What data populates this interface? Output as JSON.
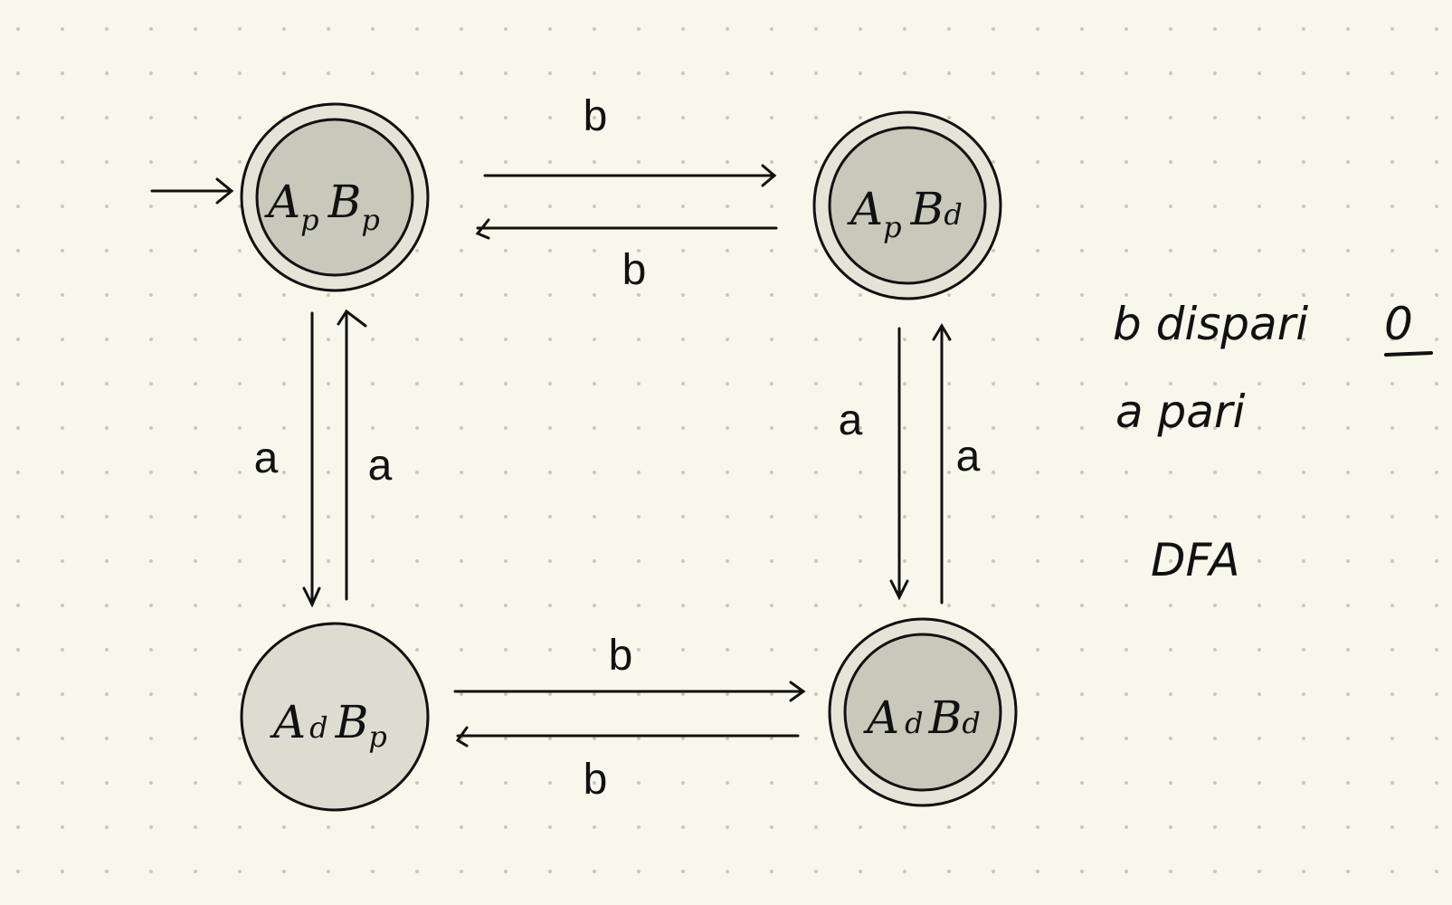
{
  "states": [
    {
      "id": "ApBp",
      "main1": "A",
      "sub1": "p",
      "main2": "B",
      "sub2": "p",
      "accepting": true,
      "initial": true
    },
    {
      "id": "ApBd",
      "main1": "A",
      "sub1": "p",
      "main2": "B",
      "sub2": "d",
      "accepting": true,
      "initial": false
    },
    {
      "id": "AdBp",
      "main1": "A",
      "sub1": "d",
      "main2": "B",
      "sub2": "p",
      "accepting": false,
      "initial": false
    },
    {
      "id": "AdBd",
      "main1": "A",
      "sub1": "d",
      "main2": "B",
      "sub2": "d",
      "accepting": true,
      "initial": false
    }
  ],
  "transitions": [
    {
      "from": "ApBp",
      "to": "ApBd",
      "symbol": "b"
    },
    {
      "from": "ApBd",
      "to": "ApBp",
      "symbol": "b"
    },
    {
      "from": "ApBp",
      "to": "AdBp",
      "symbol": "a"
    },
    {
      "from": "AdBp",
      "to": "ApBp",
      "symbol": "a"
    },
    {
      "from": "ApBd",
      "to": "AdBd",
      "symbol": "a"
    },
    {
      "from": "AdBd",
      "to": "ApBd",
      "symbol": "a"
    },
    {
      "from": "AdBp",
      "to": "AdBd",
      "symbol": "b"
    },
    {
      "from": "AdBd",
      "to": "AdBp",
      "symbol": "b"
    }
  ],
  "notes": {
    "line1": "b dispari",
    "line1_mark": "0",
    "line2": "a pari",
    "line3": "DFA"
  },
  "colors": {
    "background": "#f8f7ec",
    "dot": "#c9c8bb",
    "state_fill_inner": "#c8c8bb",
    "state_fill_ring": "#e4e4d8",
    "ink": "#111111"
  }
}
